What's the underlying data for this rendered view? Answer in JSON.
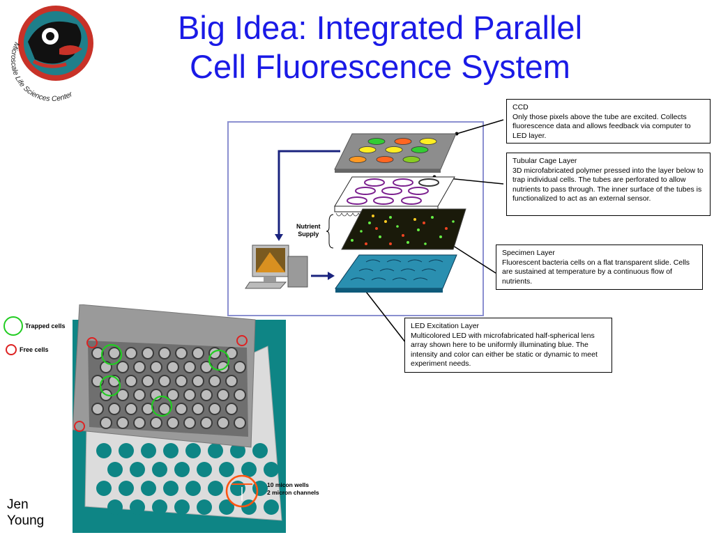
{
  "slide": {
    "title_line1": "Big Idea: Integrated Parallel",
    "title_line2": "Cell Fluorescence System",
    "logo_text": "Microscale Life Sciences Center",
    "author_line1": "Jen",
    "author_line2": "Young"
  },
  "diagram": {
    "nutrient_line1": "Nutrient",
    "nutrient_line2": "Supply"
  },
  "callouts": {
    "ccd": {
      "heading": "CCD",
      "body": "Only those pixels above the tube are excited.  Collects fluorescence data and allows feedback via computer to LED layer."
    },
    "tubular": {
      "heading": "Tubular Cage Layer",
      "body": "3D microfabricated polymer pressed into the layer below to trap individual cells.  The tubes are perforated to allow nutrients to pass through.  The inner surface of the tubes is functionalized to act as an external sensor."
    },
    "specimen": {
      "heading": "Specimen Layer",
      "body": "Fluorescent bacteria cells on a flat transparent slide. Cells are sustained at temperature by a continuous flow of nutrients."
    },
    "led": {
      "heading": "LED Excitation Layer",
      "body": "Multicolored LED with microfabricated half-spherical lens array shown here to be uniformly illuminating blue.  The intensity and color can either be static or dynamic to meet experiment needs."
    }
  },
  "micrograph": {
    "legend_trapped": "Trapped cells",
    "legend_free": "Free cells",
    "wells_line1": "10 micon wells",
    "wells_line2": "2 micron channels"
  },
  "colors": {
    "title": "#1a1ae6",
    "frame_border": "#8a8fd0",
    "teal": "#0e8585",
    "arrow_navy": "#1a237e"
  }
}
